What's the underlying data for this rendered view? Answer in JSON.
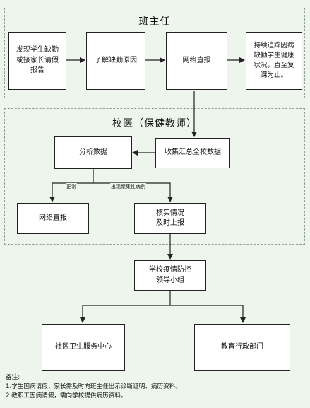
{
  "sections": {
    "head_teacher": "班主任",
    "school_doctor": "校医（保健教师）"
  },
  "boxes": {
    "discover": "发现学生缺勤\n或接家长请假\n报告",
    "understand": "了解缺勤原因",
    "report_net_top": "网络直报",
    "track": "持续追踪因病\n缺勤学生健康\n状况，直至复\n课为止。",
    "collect": "收集汇总全校数据",
    "analyze": "分析数据",
    "report_net": "网络直报",
    "verify": "核实情况\n及时上报",
    "leader_group": "学校疫情防控\n领导小组",
    "community": "社区卫生服务中心",
    "education": "教育行政部门"
  },
  "edge_labels": {
    "normal": "正常",
    "cluster": "出现聚集性病例"
  },
  "notes": {
    "title": "备注:",
    "line1": "1.学生因病请假，家长需及时向班主任出示诊断证明、病历资料。",
    "line2": "2.教职工因病请假，需向学校提供病历资料。"
  }
}
